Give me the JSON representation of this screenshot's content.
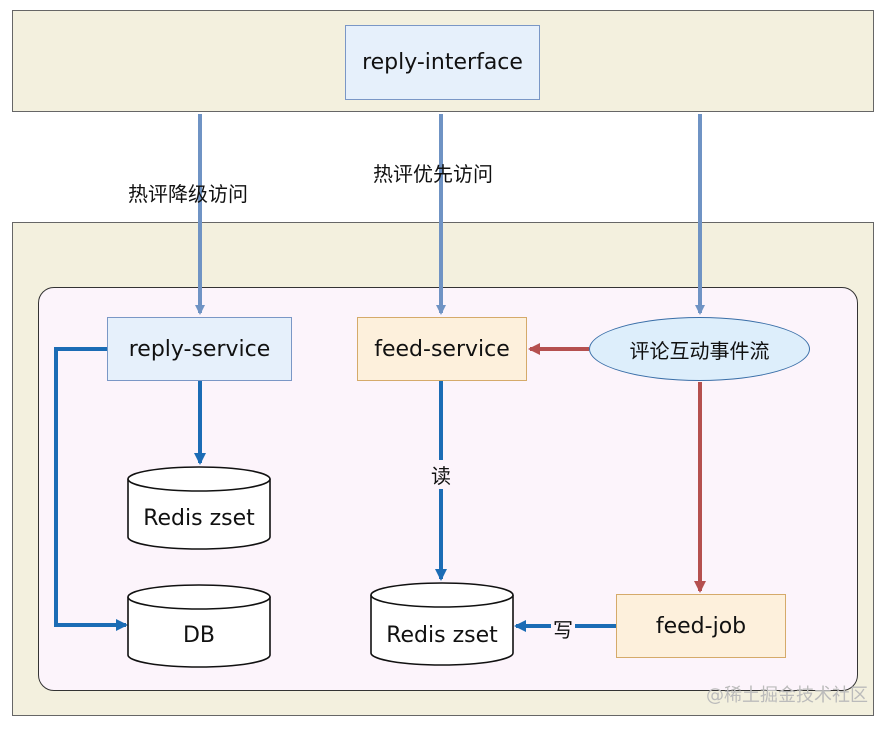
{
  "nodes": {
    "reply_interface": "reply-interface",
    "reply_service": "reply-service",
    "feed_service": "feed-service",
    "event_stream": "评论互动事件流",
    "redis_zset_left": "Redis zset",
    "db": "DB",
    "redis_zset_center": "Redis zset",
    "feed_job": "feed-job"
  },
  "edges": {
    "degraded_access": "热评降级访问",
    "priority_access": "热评优先访问",
    "read": "读",
    "write": "写"
  },
  "watermark": "@稀土掘金技术社区",
  "colors": {
    "panel_bg": "#f3f0de",
    "inner_bg": "#fcf4fb",
    "light_arrow": "#6f93c4",
    "strong_arrow": "#1b6cb5",
    "red_arrow": "#b5504f"
  }
}
